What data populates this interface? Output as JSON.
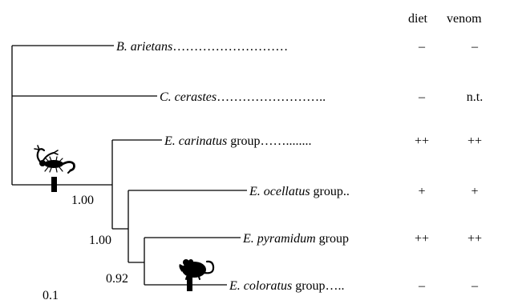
{
  "columns": {
    "diet": "diet",
    "venom": "venom"
  },
  "taxa": [
    {
      "italic": "B. arietans",
      "suffix": "",
      "dots": "………………………",
      "diet": "–",
      "venom": "–"
    },
    {
      "italic": "C. cerastes",
      "suffix": "",
      "dots": "……………………..",
      "diet": "–",
      "venom": "n.t."
    },
    {
      "italic": "E. carinatus",
      "suffix": " group",
      "dots": "……........",
      "diet": "++",
      "venom": "++"
    },
    {
      "italic": "E. ocellatus",
      "suffix": " group",
      "dots": "..",
      "diet": "+",
      "venom": "+"
    },
    {
      "italic": "E. pyramidum",
      "suffix": " group",
      "dots": "",
      "diet": "++",
      "venom": "++"
    },
    {
      "italic": "E. coloratus",
      "suffix": " group",
      "dots": "…..",
      "diet": "–",
      "venom": "–"
    }
  ],
  "support": {
    "ocellatus_node": "1.00",
    "pyramidum_node": "1.00",
    "coloratus_node": "0.92"
  },
  "scale_label": "0.1",
  "icons": {
    "scorpion": "scorpion-icon",
    "rodent": "rodent-icon"
  },
  "colors": {
    "ink": "#000000",
    "background": "#ffffff"
  }
}
